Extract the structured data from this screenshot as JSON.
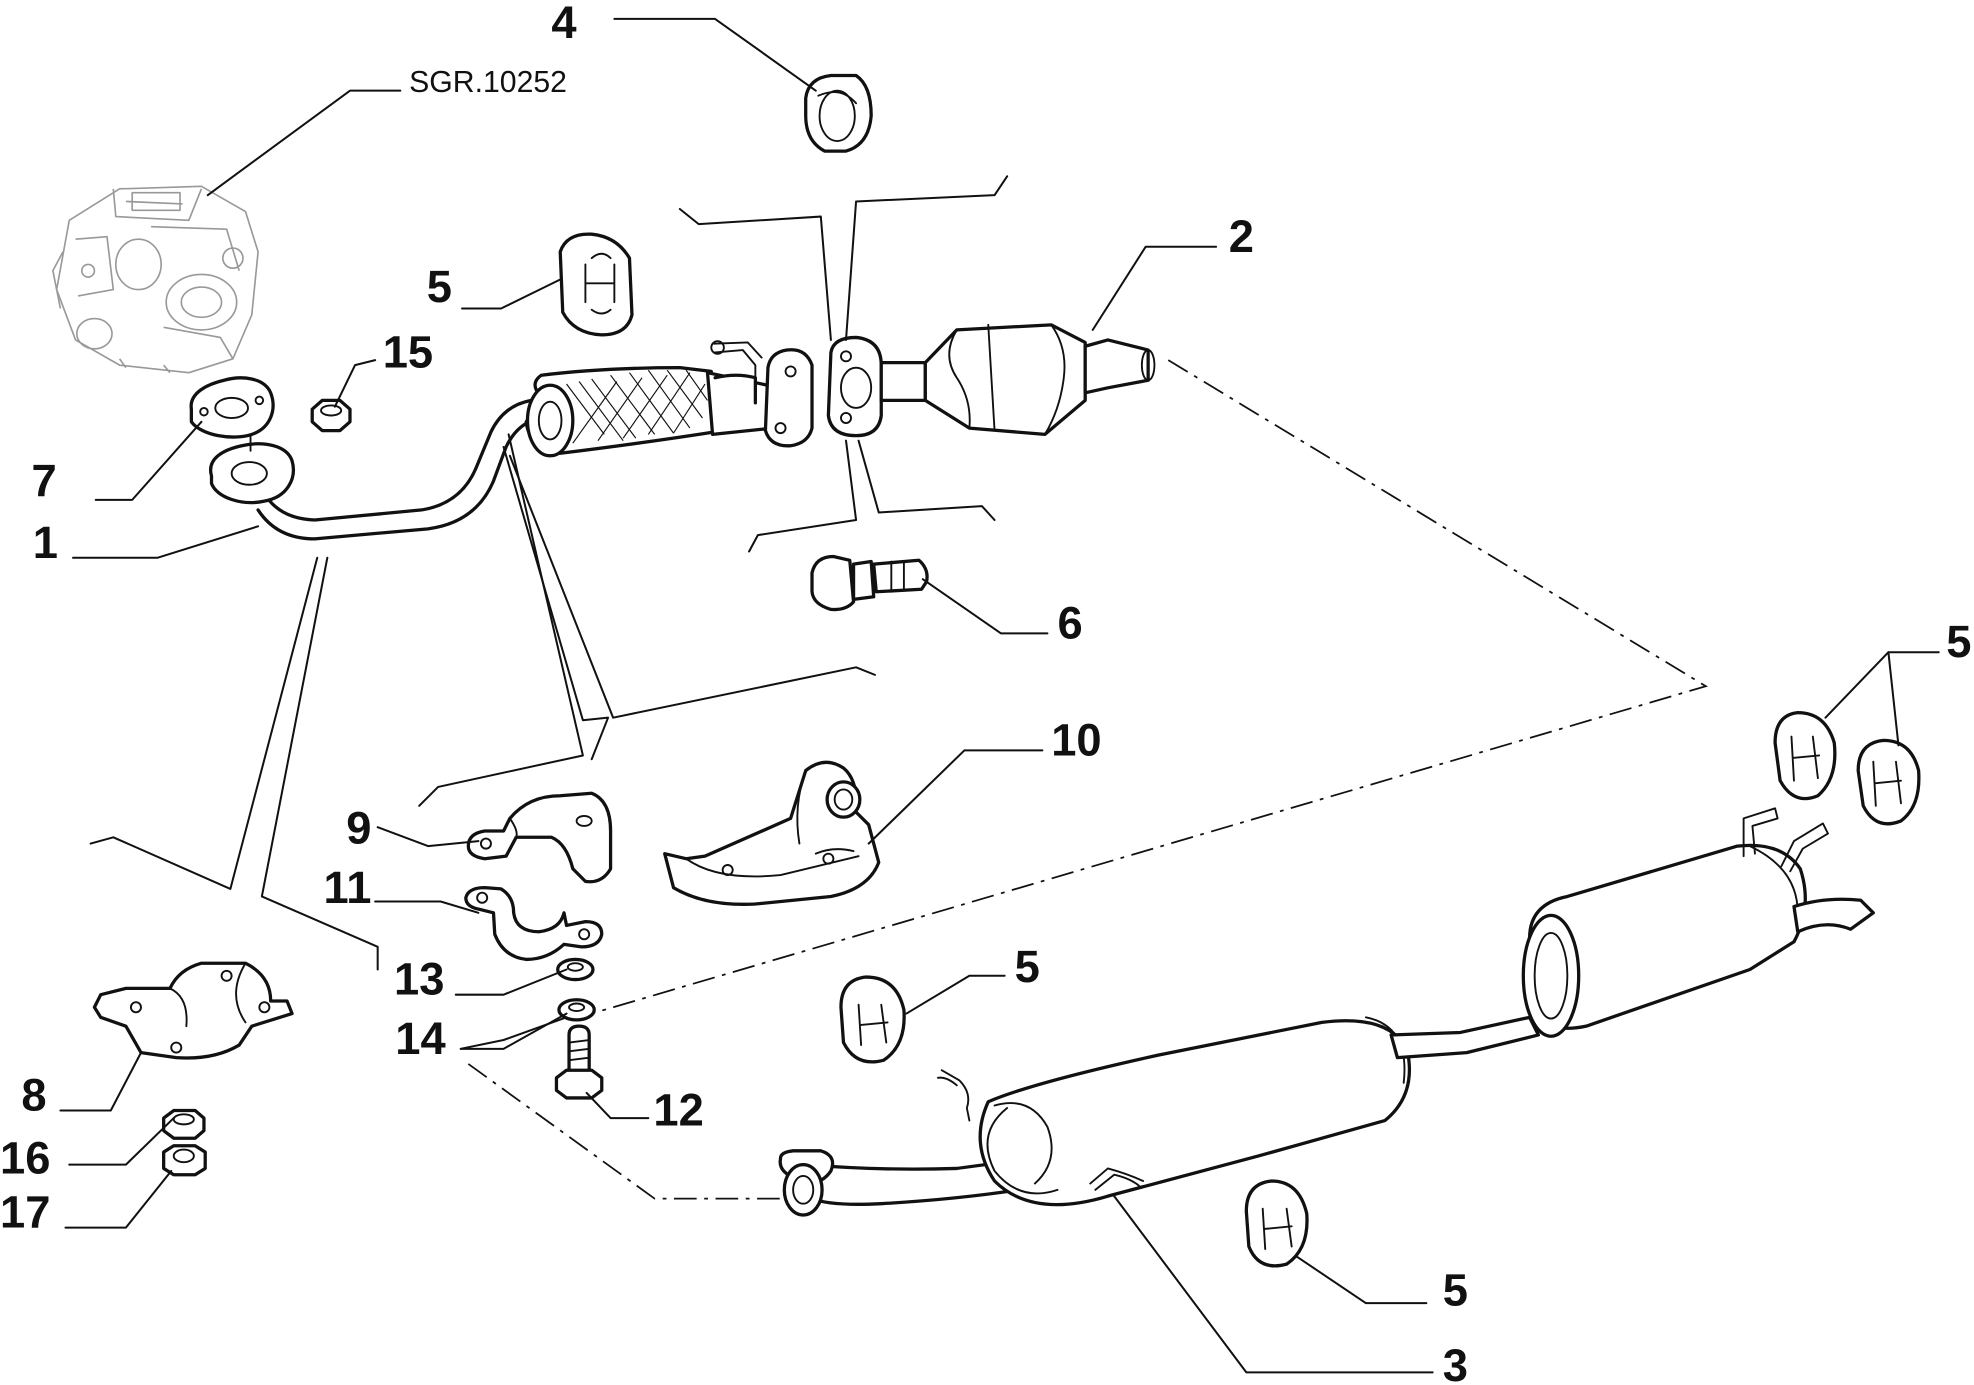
{
  "reference_code": "SGR.10252",
  "labels": {
    "p1": "1",
    "p2": "2",
    "p3": "3",
    "p4": "4",
    "p5_top": "5",
    "p5_right": "5",
    "p5_middle": "5",
    "p5_bottom": "5",
    "p6": "6",
    "p7": "7",
    "p8": "8",
    "p9": "9",
    "p10": "10",
    "p11": "11",
    "p12": "12",
    "p13": "13",
    "p14": "14",
    "p15": "15",
    "p16": "16",
    "p17": "17"
  }
}
